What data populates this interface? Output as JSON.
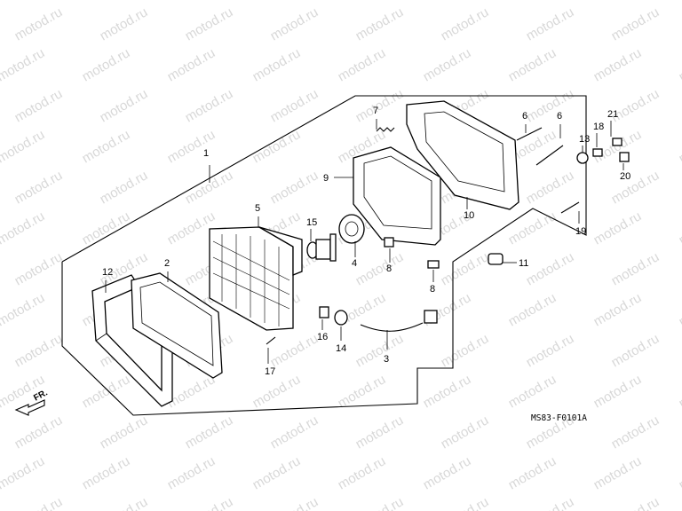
{
  "watermark": "motod.ru",
  "diagram_code": "MS83-F0101A",
  "direction_label": "FR.",
  "callouts": [
    {
      "id": "c1",
      "label": "1"
    },
    {
      "id": "c2",
      "label": "2"
    },
    {
      "id": "c3",
      "label": "3"
    },
    {
      "id": "c4",
      "label": "4"
    },
    {
      "id": "c5",
      "label": "5"
    },
    {
      "id": "c6a",
      "label": "6"
    },
    {
      "id": "c6b",
      "label": "6"
    },
    {
      "id": "c7",
      "label": "7"
    },
    {
      "id": "c8a",
      "label": "8"
    },
    {
      "id": "c8b",
      "label": "8"
    },
    {
      "id": "c9",
      "label": "9"
    },
    {
      "id": "c10",
      "label": "10"
    },
    {
      "id": "c11",
      "label": "11"
    },
    {
      "id": "c12",
      "label": "12"
    },
    {
      "id": "c13",
      "label": "13"
    },
    {
      "id": "c14",
      "label": "14"
    },
    {
      "id": "c15",
      "label": "15"
    },
    {
      "id": "c16",
      "label": "16"
    },
    {
      "id": "c17",
      "label": "17"
    },
    {
      "id": "c18",
      "label": "18"
    },
    {
      "id": "c19",
      "label": "19"
    },
    {
      "id": "c20",
      "label": "20"
    },
    {
      "id": "c21",
      "label": "21"
    }
  ]
}
